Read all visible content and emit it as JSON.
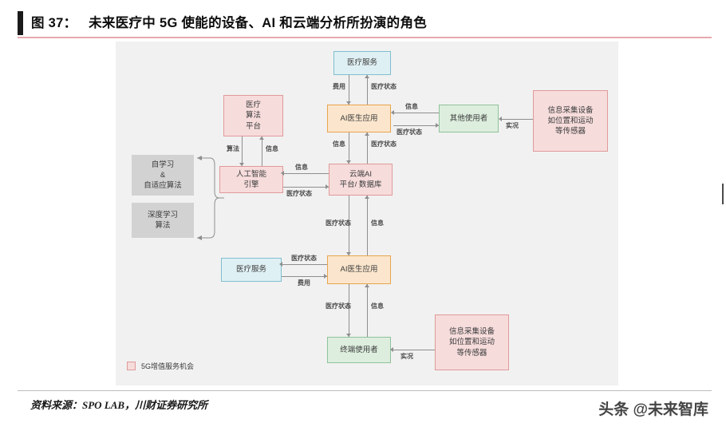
{
  "header": {
    "figure_number": "图 37：",
    "title": "未来医疗中 5G 使能的设备、AI 和云端分析所扮演的角色",
    "accent_color": "#e8a9ad"
  },
  "diagram": {
    "nodes": [
      {
        "id": "medical-service-top",
        "label": "医疗服务",
        "color": "blue"
      },
      {
        "id": "ai-doctor-app-top",
        "label": "AI医生应用",
        "color": "orange"
      },
      {
        "id": "other-users",
        "label": "其他使用者",
        "color": "green"
      },
      {
        "id": "sensor-device-top",
        "line1": "信息采集设备",
        "line2": "如位置和运动",
        "line3": "等传感器",
        "color": "pink"
      },
      {
        "id": "medical-algorithm-platform",
        "line1": "医疗",
        "line2": "算法",
        "line3": "平台",
        "color": "pink"
      },
      {
        "id": "ai-engine",
        "line1": "人工智能",
        "line2": "引擎",
        "color": "pink"
      },
      {
        "id": "cloud-ai",
        "line1": "云端AI",
        "line2": "平台/ 数据库",
        "color": "pink"
      },
      {
        "id": "self-learning-algorithm",
        "line1": "自学习",
        "line2": "&",
        "line3": "自适应算法",
        "color": "gray"
      },
      {
        "id": "deep-learning-algorithm",
        "line1": "深度学习",
        "line2": "算法",
        "color": "gray"
      },
      {
        "id": "medical-service-bottom",
        "label": "医疗服务",
        "color": "blue"
      },
      {
        "id": "ai-doctor-app-bottom",
        "label": "AI医生应用",
        "color": "orange"
      },
      {
        "id": "end-users",
        "label": "终端使用者",
        "color": "green"
      },
      {
        "id": "sensor-device-bottom",
        "line1": "信息采集设备",
        "line2": "如位置和运动",
        "line3": "等传感器",
        "color": "pink"
      }
    ],
    "edge_labels": {
      "fee_top": "费用",
      "medical_status_top": "医疗状态",
      "info_other_users": "信息",
      "medical_status_other_users": "医疗状态",
      "realtime_top": "实况",
      "algorithm": "算法",
      "info_platform": "信息",
      "info_engine_in": "信息",
      "medical_status_engine_in": "医疗状态",
      "info_cloud_left": "信息",
      "medical_status_cloud_left": "医疗状态",
      "info_up_cloud": "信息",
      "medical_status_up_cloud": "医疗状态",
      "medical_status_down_cloud": "医疗状态",
      "info_down_cloud": "信息",
      "medical_status_bottom_service": "医疗状态",
      "fee_bottom": "费用",
      "medical_status_enduser": "医疗状态",
      "info_enduser": "信息",
      "realtime_bottom": "实况"
    },
    "legend": {
      "label": "5G增值服务机会",
      "swatch_color": "#f7dcdc",
      "swatch_border": "#e09a9a"
    },
    "palette": {
      "blue_fill": "#dff0f4",
      "blue_border": "#7fbfcf",
      "orange_fill": "#fbe6cd",
      "orange_border": "#e8a44e",
      "green_fill": "#ddeede",
      "green_border": "#8fc29a",
      "pink_fill": "#f7dcdc",
      "pink_border": "#e09a9a",
      "gray_fill": "#d2d2d2",
      "panel_bg": "#f1f1f1",
      "connector": "#8e8e8e"
    }
  },
  "footer": {
    "source": "资料来源：SPO LAB，川财证券研究所",
    "watermark": "头条 @未来智库"
  }
}
